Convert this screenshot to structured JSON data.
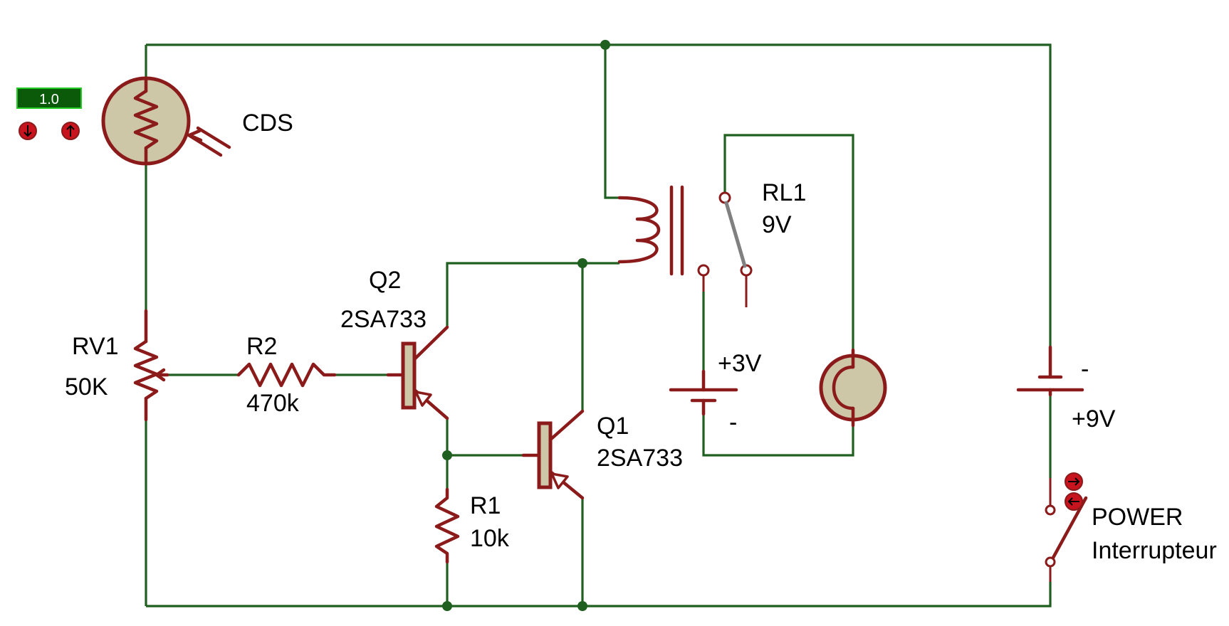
{
  "meter": {
    "value": "1.0"
  },
  "labels": {
    "cds": "CDS",
    "rv1_ref": "RV1",
    "rv1_val": "50K",
    "r2_ref": "R2",
    "r2_val": "470k",
    "q2_ref": "Q2",
    "q2_val": "2SA733",
    "q1_ref": "Q1",
    "q1_val": "2SA733",
    "r1_ref": "R1",
    "r1_val": "10k",
    "rl1_ref": "RL1",
    "rl1_val": "9V",
    "batt3_plus": "+3V",
    "batt3_minus": "-",
    "batt9_minus": "-",
    "batt9_plus": "+9V",
    "switch_ref": "POWER",
    "switch_val": "Interrupteur"
  },
  "colors": {
    "wire": "#1f5f1f",
    "component": "#8b1a1a",
    "component_fill": "#cdc6a7",
    "meter_bg": "#0a5a0a",
    "meter_border": "#22cc22"
  },
  "icons": {
    "ldr_decrease": "arrow-down-icon",
    "ldr_increase": "arrow-up-icon",
    "switch_on": "arrow-right-icon",
    "switch_off": "arrow-left-icon"
  }
}
